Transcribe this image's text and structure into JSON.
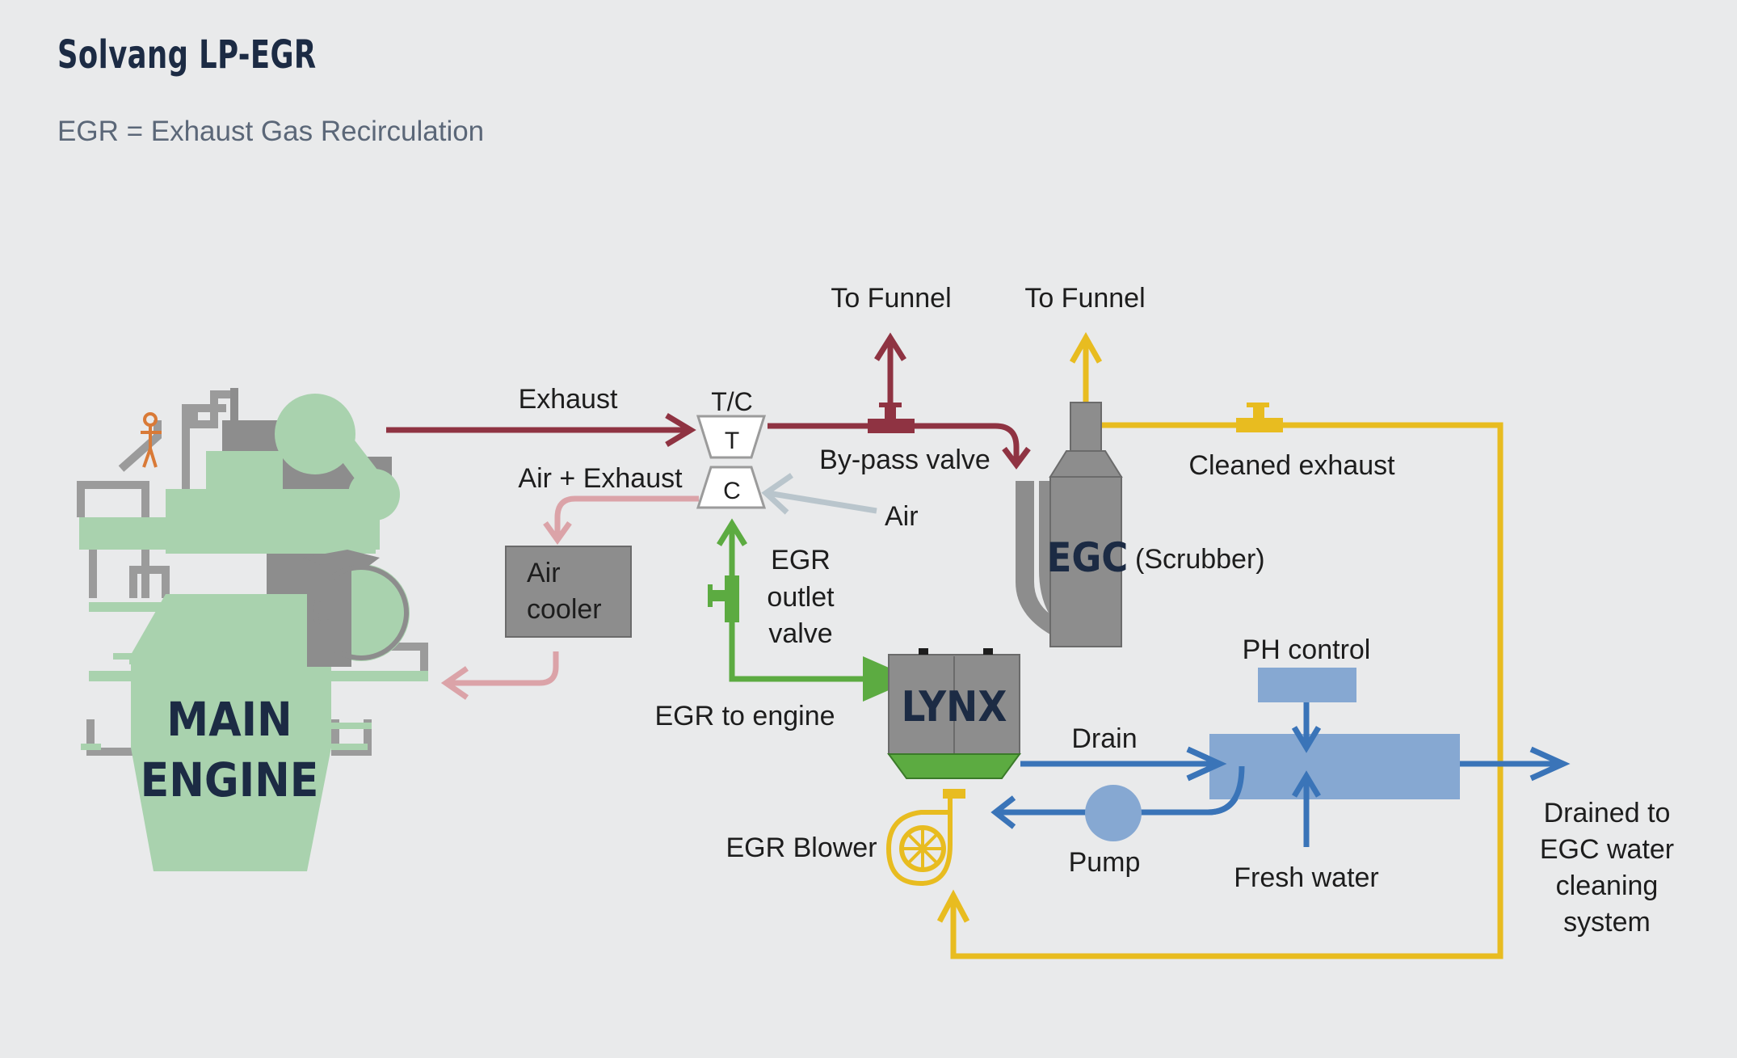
{
  "header": {
    "title": "Solvang LP-EGR",
    "subtitle": "EGR = Exhaust Gas Recirculation"
  },
  "labels": {
    "main_engine_line1": "MAIN",
    "main_engine_line2": "ENGINE",
    "exhaust": "Exhaust",
    "tc": "T/C",
    "turbine": "T",
    "compressor": "C",
    "air_exhaust": "Air + Exhaust",
    "air": "Air",
    "air_cooler_line1": "Air",
    "air_cooler_line2": "cooler",
    "to_funnel_1": "To Funnel",
    "to_funnel_2": "To Funnel",
    "bypass_valve": "By-pass valve",
    "egc": "EGC",
    "scrubber": "(Scrubber)",
    "cleaned_exhaust": "Cleaned exhaust",
    "egr_outlet_valve_line1": "EGR",
    "egr_outlet_valve_line2": "outlet",
    "egr_outlet_valve_line3": "valve",
    "egr_to_engine": "EGR to engine",
    "lynx": "LYNX",
    "drain": "Drain",
    "ph_control": "PH control",
    "pump": "Pump",
    "fresh_water": "Fresh water",
    "egr_blower": "EGR Blower",
    "drained_line1": "Drained to",
    "drained_line2": "EGC water",
    "drained_line3": "cleaning",
    "drained_line4": "system"
  },
  "colors": {
    "background": "#e9eaeb",
    "exhaust": "#8f3342",
    "air_exhaust": "#dba3a8",
    "air": "#b9c5cc",
    "egr_green": "#5cab41",
    "engine_green": "#a9d2ae",
    "cleaned_yellow": "#e8bc20",
    "water_blue": "#3a74b8",
    "tank_blue": "#86a8d2",
    "unit_gray": "#8d8d8d",
    "title_navy": "#1c2b44"
  }
}
